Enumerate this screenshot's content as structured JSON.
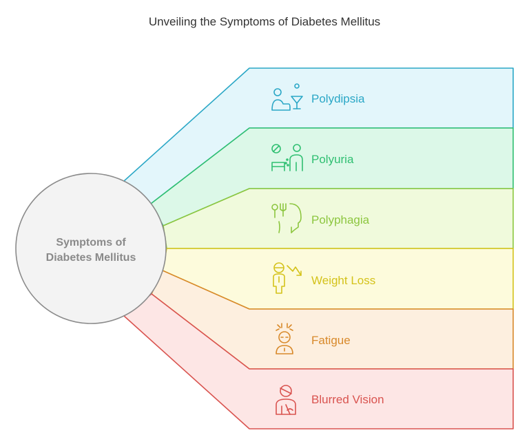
{
  "title": "Unveiling the Symptoms of Diabetes Mellitus",
  "center": {
    "line1": "Symptoms of",
    "line2": "Diabetes Mellitus"
  },
  "items": [
    {
      "label": "Polydipsia",
      "icon": "person-drinking-icon",
      "stroke": "#2aa7c6",
      "fill": "#e3f6fb"
    },
    {
      "label": "Polyuria",
      "icon": "person-restroom-icon",
      "stroke": "#2fbf71",
      "fill": "#dcf8e8"
    },
    {
      "label": "Polyphagia",
      "icon": "head-fork-icon",
      "stroke": "#8cc63f",
      "fill": "#f0fadc"
    },
    {
      "label": "Weight Loss",
      "icon": "person-decreasing-icon",
      "stroke": "#d4c21a",
      "fill": "#fdfbdc"
    },
    {
      "label": "Fatigue",
      "icon": "tired-person-icon",
      "stroke": "#d8892a",
      "fill": "#fdefdf"
    },
    {
      "label": "Blurred Vision",
      "icon": "person-blurred-vision-icon",
      "stroke": "#d9534f",
      "fill": "#fde6e5"
    }
  ]
}
